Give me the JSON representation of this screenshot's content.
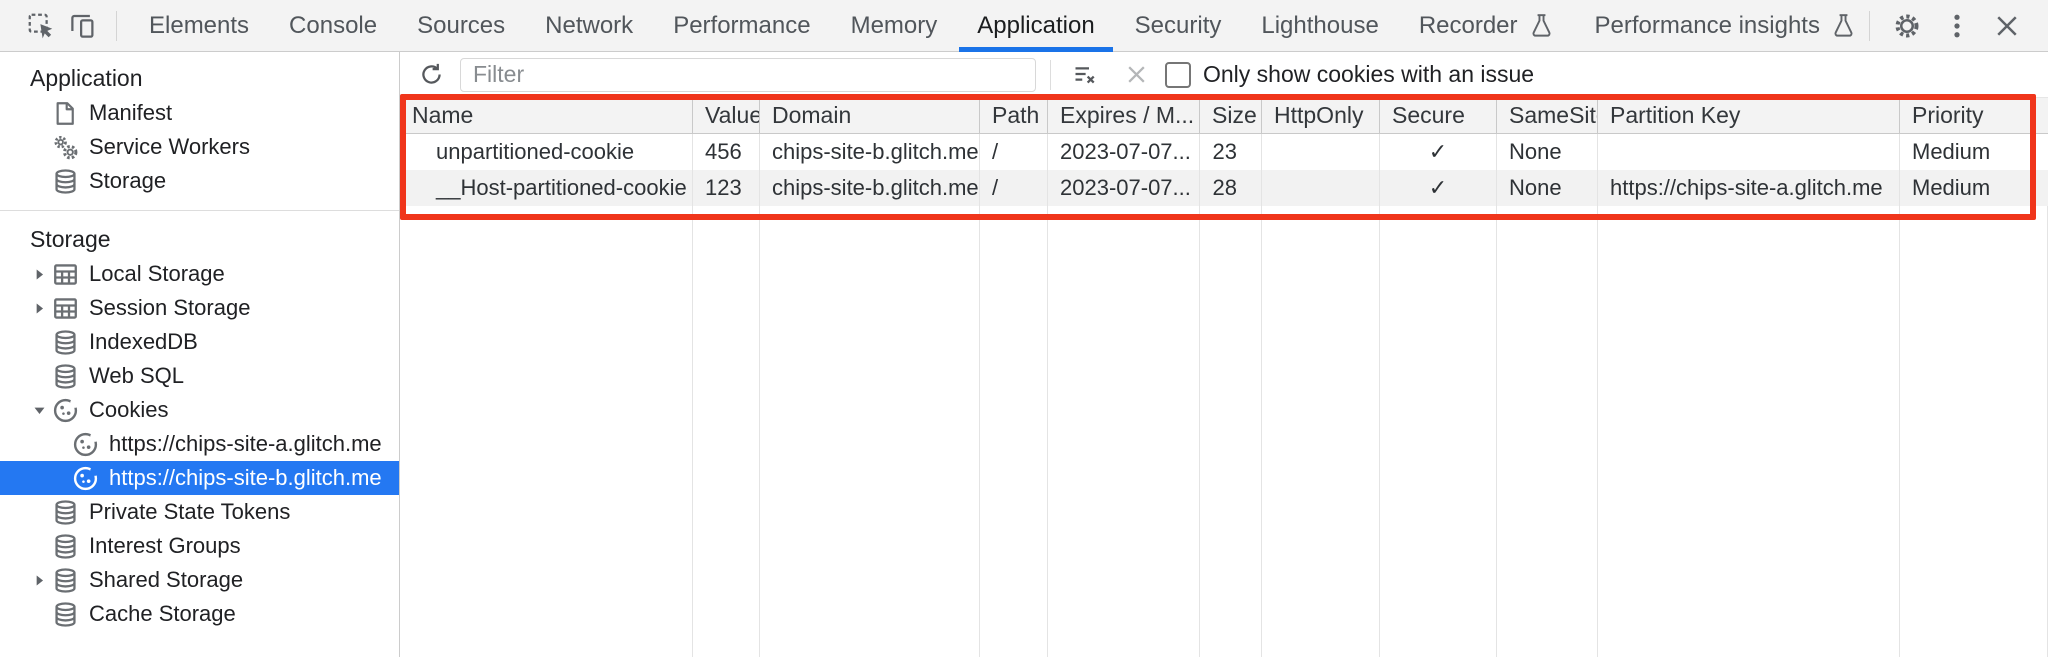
{
  "toolbar": {
    "tabs": [
      {
        "label": "Elements"
      },
      {
        "label": "Console"
      },
      {
        "label": "Sources"
      },
      {
        "label": "Network"
      },
      {
        "label": "Performance"
      },
      {
        "label": "Memory"
      },
      {
        "label": "Application",
        "selected": true
      },
      {
        "label": "Security"
      },
      {
        "label": "Lighthouse"
      },
      {
        "label": "Recorder",
        "experiment": true
      },
      {
        "label": "Performance insights",
        "experiment": true
      }
    ]
  },
  "sidebar": {
    "sections": [
      {
        "title": "Application",
        "items": [
          {
            "label": "Manifest",
            "icon": "document-icon"
          },
          {
            "label": "Service Workers",
            "icon": "service-workers-icon"
          },
          {
            "label": "Storage",
            "icon": "database-icon"
          }
        ]
      },
      {
        "title": "Storage",
        "items": [
          {
            "label": "Local Storage",
            "icon": "table-icon",
            "arrow": "right"
          },
          {
            "label": "Session Storage",
            "icon": "table-icon",
            "arrow": "right"
          },
          {
            "label": "IndexedDB",
            "icon": "database-icon"
          },
          {
            "label": "Web SQL",
            "icon": "database-icon"
          },
          {
            "label": "Cookies",
            "icon": "cookie-icon",
            "arrow": "down"
          },
          {
            "label": "https://chips-site-a.glitch.me",
            "icon": "cookie-icon",
            "depth": 2
          },
          {
            "label": "https://chips-site-b.glitch.me",
            "icon": "cookie-icon",
            "depth": 2,
            "selected": true
          },
          {
            "label": "Private State Tokens",
            "icon": "database-icon"
          },
          {
            "label": "Interest Groups",
            "icon": "database-icon"
          },
          {
            "label": "Shared Storage",
            "icon": "database-icon",
            "arrow": "right"
          },
          {
            "label": "Cache Storage",
            "icon": "database-icon"
          }
        ]
      }
    ]
  },
  "cookies_panel": {
    "filter_placeholder": "Filter",
    "filter_value": "",
    "checkbox_label": "Only show cookies with an issue",
    "checkbox_checked": false,
    "table": {
      "columns": [
        "Name",
        "Value",
        "Domain",
        "Path",
        "Expires / M...",
        "Size",
        "HttpOnly",
        "Secure",
        "SameSite",
        "Partition Key",
        "Priority"
      ],
      "rows": [
        [
          "unpartitioned-cookie",
          "456",
          "chips-site-b.glitch.me",
          "/",
          "2023-07-07...",
          "23",
          "",
          "✓",
          "None",
          "",
          "Medium"
        ],
        [
          "__Host-partitioned-cookie",
          "123",
          "chips-site-b.glitch.me",
          "/",
          "2023-07-07...",
          "28",
          "",
          "✓",
          "None",
          "https://chips-site-a.glitch.me",
          "Medium"
        ]
      ]
    }
  },
  "colors": {
    "accent_blue": "#1a73e8",
    "selection_blue": "#2478f2",
    "annotation_red": "#f0351b"
  }
}
